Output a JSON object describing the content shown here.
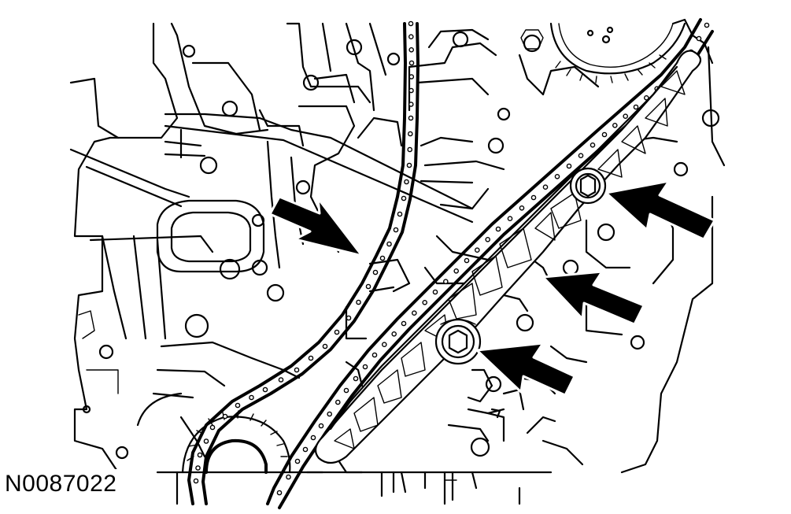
{
  "figure": {
    "id_label": "N0087022"
  },
  "illustration": {
    "callout_arrows": [
      {
        "name": "callout-arrow-chain-guide"
      },
      {
        "name": "callout-arrow-upper-bolt"
      },
      {
        "name": "callout-arrow-tensioner-arm"
      },
      {
        "name": "callout-arrow-lower-bolt"
      }
    ],
    "colors": {
      "line": "#000000",
      "background": "#ffffff"
    }
  }
}
